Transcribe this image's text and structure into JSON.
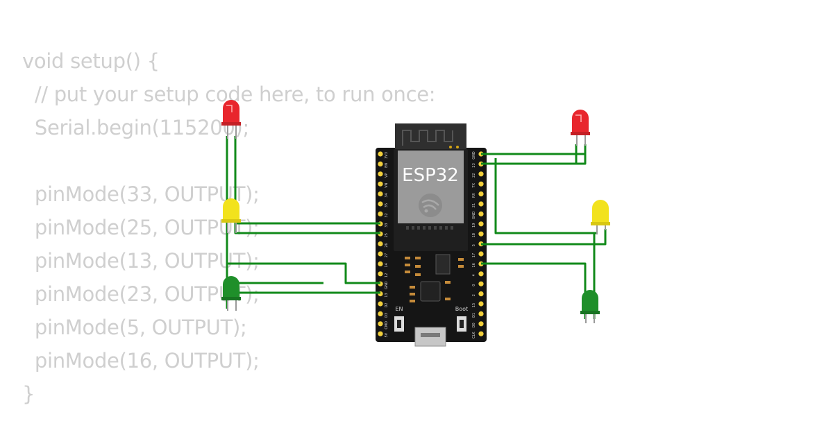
{
  "code": {
    "lines": [
      "void setup() {",
      "  // put your setup code here, to run once:",
      "  Serial.begin(115200);",
      "",
      "  pinMode(33, OUTPUT);",
      "  pinMode(25, OUTPUT);",
      "  pinMode(13, OUTPUT);",
      "  pinMode(23, OUTPUT);",
      "  pinMode(5, OUTPUT);",
      "  pinMode(16, OUTPUT);",
      "}"
    ]
  },
  "board": {
    "name": "ESP32",
    "en_label": "EN",
    "boot_label": "Boot",
    "left_pins": [
      "3V3",
      "EN",
      "VP",
      "VN",
      "34",
      "35",
      "32",
      "33",
      "25",
      "26",
      "27",
      "14",
      "12",
      "GND",
      "13",
      "D2",
      "D3",
      "CMD",
      "5V"
    ],
    "right_pins": [
      "GND",
      "23",
      "22",
      "TX",
      "RX",
      "21",
      "GND",
      "19",
      "18",
      "5",
      "17",
      "16",
      "4",
      "0",
      "2",
      "15",
      "D1",
      "D0",
      "CLK"
    ]
  },
  "colors": {
    "wire": "#118a1a",
    "led_red": "#e8262d",
    "led_yellow": "#f2e21d",
    "led_green": "#1f8f2a",
    "board": "#111111",
    "pin": "#f2d03b"
  }
}
